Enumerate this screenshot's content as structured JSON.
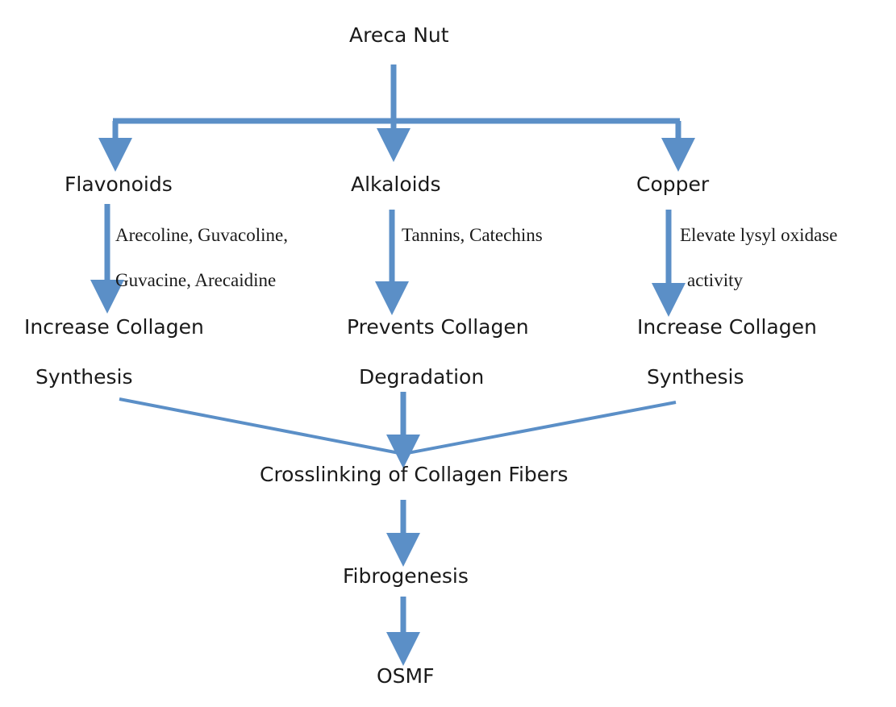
{
  "diagram": {
    "root": "Areca Nut",
    "branches": [
      {
        "name": "Flavonoids",
        "note": [
          "Arecoline, Guvacoline,",
          "Guvacine, Arecaidine"
        ],
        "effect": [
          "Increase Collagen",
          "Synthesis"
        ]
      },
      {
        "name": "Alkaloids",
        "note": [
          "Tannins, Catechins"
        ],
        "effect": [
          "Prevents Collagen",
          "Degradation"
        ]
      },
      {
        "name": "Copper",
        "note": [
          "Elevate lysyl oxidase",
          "activity"
        ],
        "effect": [
          "Increase Collagen",
          "Synthesis"
        ]
      }
    ],
    "merge": "Crosslinking of Collagen Fibers",
    "step": "Fibrogenesis",
    "outcome": "OSMF"
  },
  "colors": {
    "arrow": "#5b8fc7",
    "text": "#1a1a1a"
  }
}
